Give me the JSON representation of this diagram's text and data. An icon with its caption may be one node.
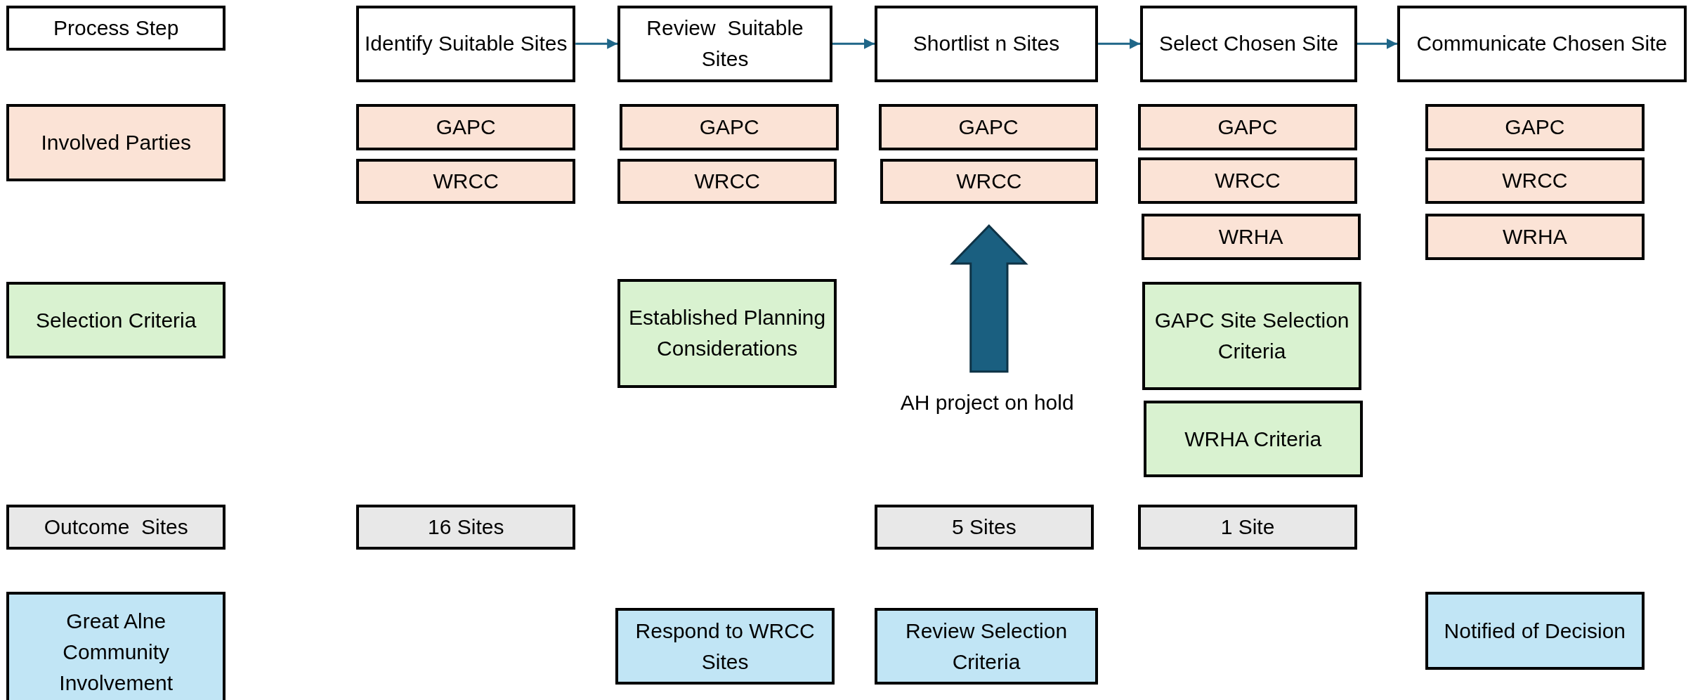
{
  "diagram": {
    "nodes": [
      {
        "text": [
          "Process Step"
        ]
      },
      {
        "text": [
          "Identify Suitable Sites"
        ]
      },
      {
        "text": [
          "Review  Suitable Sites"
        ]
      },
      {
        "text": [
          "Shortlist n Sites"
        ]
      },
      {
        "text": [
          "Select Chosen Site"
        ]
      },
      {
        "text": [
          "Communicate Chosen Site"
        ]
      },
      {
        "text": [
          "Involved Parties"
        ]
      },
      {
        "text": [
          "GAPC"
        ]
      },
      {
        "text": [
          "GAPC"
        ]
      },
      {
        "text": [
          "GAPC"
        ]
      },
      {
        "text": [
          "GAPC"
        ]
      },
      {
        "text": [
          "GAPC"
        ]
      },
      {
        "text": [
          "WRCC"
        ]
      },
      {
        "text": [
          "WRCC"
        ]
      },
      {
        "text": [
          "WRCC"
        ]
      },
      {
        "text": [
          "WRCC"
        ]
      },
      {
        "text": [
          "WRCC"
        ]
      },
      {
        "text": [
          "WRHA"
        ]
      },
      {
        "text": [
          "WRHA"
        ]
      },
      {
        "text": [
          "Selection Criteria"
        ]
      },
      {
        "text": [
          "Established Planning Considerations"
        ]
      },
      {
        "text": [
          "GAPC Site Selection Criteria"
        ]
      },
      {
        "text": [
          "WRHA Criteria"
        ]
      },
      {
        "text": [
          "Outcome  Sites"
        ]
      },
      {
        "text": [
          "16 Sites"
        ]
      },
      {
        "text": [
          "5 Sites"
        ]
      },
      {
        "text": [
          "1 Site"
        ]
      },
      {
        "text": [
          "Great Alne Community Involvement"
        ]
      },
      {
        "text": [
          "Respond to WRCC Sites"
        ]
      },
      {
        "text": [
          "Review Selection Criteria"
        ]
      },
      {
        "text": [
          "Notified of Decision"
        ]
      }
    ],
    "edges": [
      {
        "from": 1,
        "to": 2,
        "arrow": "to"
      },
      {
        "from": 2,
        "to": 3,
        "arrow": "to"
      },
      {
        "from": 3,
        "to": 4,
        "arrow": "to"
      },
      {
        "from": 4,
        "to": 5,
        "arrow": "to"
      }
    ],
    "labels": [
      "AH project on hold"
    ]
  }
}
